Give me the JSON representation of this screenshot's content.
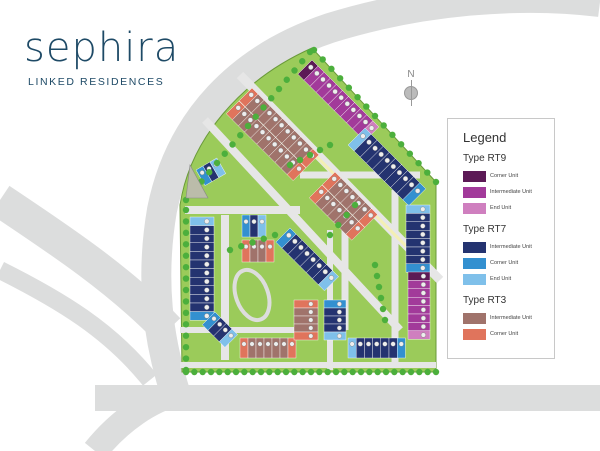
{
  "brand": {
    "name": "sephira",
    "tagline": "LINKED RESIDENCES",
    "color": "#1e4a66"
  },
  "compass": {
    "label": "N"
  },
  "legend": {
    "title": "Legend",
    "groups": [
      {
        "type": "Type RT9",
        "items": [
          {
            "label": "Corner Unit",
            "color": "#5c1a56"
          },
          {
            "label": "Intermediate Unit",
            "color": "#a23a9a"
          },
          {
            "label": "End Unit",
            "color": "#cf7fbf"
          }
        ]
      },
      {
        "type": "Type RT7",
        "items": [
          {
            "label": "Intermediate Unit",
            "color": "#243370"
          },
          {
            "label": "Corner Unit",
            "color": "#3390d0"
          },
          {
            "label": "End Unit",
            "color": "#7fc0ea"
          }
        ]
      },
      {
        "type": "Type RT3",
        "items": [
          {
            "label": "Intermediate Unit",
            "color": "#a0736b"
          },
          {
            "label": "Corner Unit",
            "color": "#e0745c"
          }
        ]
      }
    ]
  },
  "colors": {
    "road": "#dcdddd",
    "green": "#9bcb5a",
    "tree": "#4caf3c",
    "street": "#f3efb4",
    "pavement": "#e3e3e3"
  }
}
